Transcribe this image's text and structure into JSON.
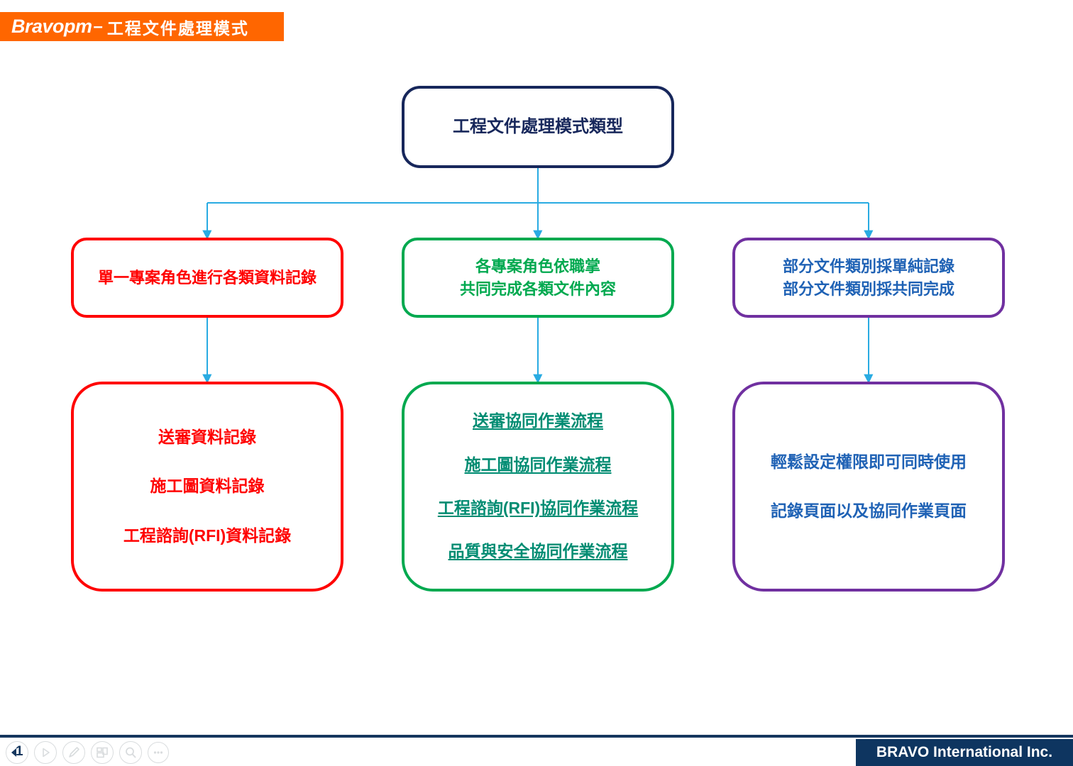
{
  "header": {
    "brand": "Bravopm",
    "dash": "–",
    "subtitle": "工程文件處理模式"
  },
  "diagram": {
    "root": {
      "label": "工程文件處理模式類型",
      "border_color": "#17275B",
      "text_color": "#17275B"
    },
    "columns": [
      {
        "key": "single-role",
        "border_color": "#FF0000",
        "text_color": "#FF0000",
        "mid_lines": [
          "單一專案角色進行各類資料記錄"
        ],
        "bottom_lines": [
          "送審資料記錄",
          "施工圖資料記錄",
          "工程諮詢(RFI)資料記錄"
        ],
        "bottom_underlined": false
      },
      {
        "key": "collaborative",
        "border_color": "#00A94F",
        "text_color": "#00A94F",
        "bottom_text_color": "#008C72",
        "mid_lines": [
          "各專案角色依職掌",
          "共同完成各類文件內容"
        ],
        "bottom_lines": [
          "送審協同作業流程",
          "施工圖協同作業流程",
          "工程諮詢(RFI)協同作業流程",
          "品質與安全協同作業流程"
        ],
        "bottom_underlined": true
      },
      {
        "key": "mixed",
        "border_color": "#7030A0",
        "text_color": "#1F62B5",
        "bottom_text_color": "#1F62B5",
        "mid_lines": [
          "部分文件類別採單純記錄",
          "部分文件類別採共同完成"
        ],
        "bottom_lines": [
          "輕鬆設定權限即可同時使用",
          "記錄頁面以及協同作業頁面"
        ],
        "bottom_underlined": false
      }
    ],
    "connector_color": "#29ABE2"
  },
  "toolbar": {
    "page_number": "1",
    "buttons": [
      {
        "name": "previous-slide",
        "icon": "triangle-left-icon"
      },
      {
        "name": "next-slide",
        "icon": "triangle-right-icon"
      },
      {
        "name": "annotate",
        "icon": "pen-icon"
      },
      {
        "name": "slide-overview",
        "icon": "grid-icon"
      },
      {
        "name": "zoom",
        "icon": "magnifier-icon"
      },
      {
        "name": "more-options",
        "icon": "ellipsis-icon"
      }
    ]
  },
  "footer": {
    "company": "BRAVO International Inc.",
    "background": "#0E3560"
  }
}
